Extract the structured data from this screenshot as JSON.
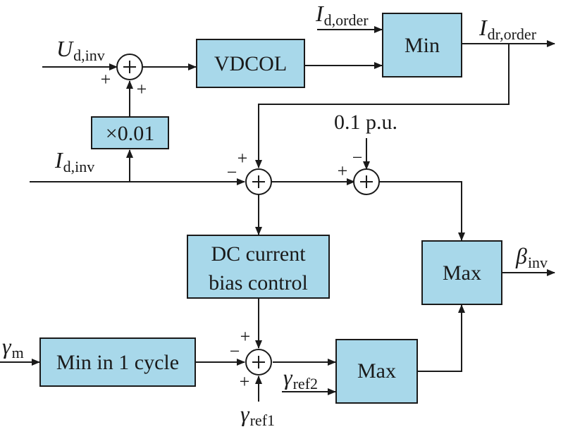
{
  "blocks": {
    "vdcol": "VDCOL",
    "min_top": "Min",
    "gain": "×0.01",
    "dc_bias_line1": "DC current",
    "dc_bias_line2": "bias control",
    "max_right": "Max",
    "min_cycle": "Min in 1 cycle",
    "max_bottom": "Max"
  },
  "signals": {
    "u_d_inv": {
      "sym": "U",
      "sub": "d,inv"
    },
    "i_d_order": {
      "sym": "I",
      "sub": "d,order"
    },
    "i_dr_order": {
      "sym": "I",
      "sub": "dr,order"
    },
    "i_d_inv": {
      "sym": "I",
      "sub": "d,inv"
    },
    "beta_inv": {
      "sym": "β",
      "sub": "inv"
    },
    "gamma_m": {
      "sym": "γ",
      "sub": "m"
    },
    "gamma_ref2": {
      "sym": "γ",
      "sub": "ref2"
    },
    "gamma_ref1": {
      "sym": "γ",
      "sub": "ref1"
    },
    "bias_value": "0.1 p.u."
  },
  "signs": {
    "sum1_left": "+",
    "sum1_bottom": "+",
    "sum2_top": "+",
    "sum2_left": "−",
    "sum3_top": "−",
    "sum3_left": "+",
    "sum4_top": "+",
    "sum4_left": "−",
    "sum4_bottom": "+"
  },
  "colors": {
    "block_fill": "#a8d8ea",
    "line": "#1a1a1a"
  }
}
